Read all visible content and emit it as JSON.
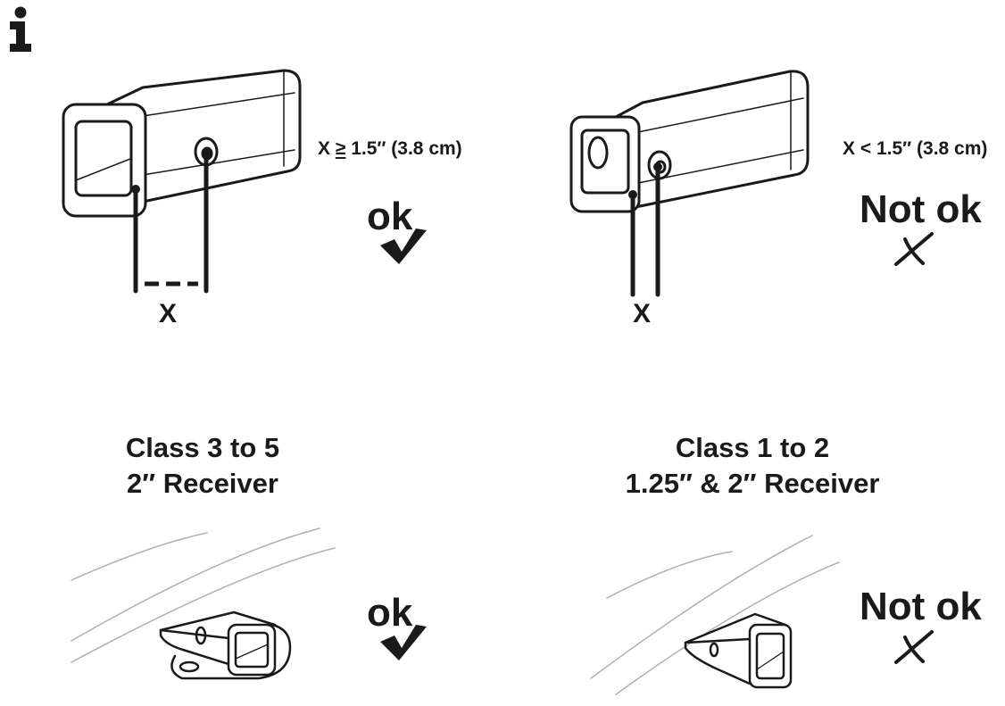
{
  "info_icon": "info-icon",
  "top_left": {
    "measure_prefix": "X ",
    "measure_symbol": "≥",
    "measure_suffix": " 1.5″ (3.8 cm)",
    "x_label": "X",
    "verdict": "ok",
    "verdict_icon": "checkmark-icon"
  },
  "top_right": {
    "measure": "X < 1.5″ (3.8 cm)",
    "x_label": "X",
    "verdict": "Not ok",
    "verdict_icon": "cross-icon"
  },
  "bottom_left": {
    "heading_line1": "Class 3 to 5",
    "heading_line2": "2″ Receiver",
    "verdict": "ok",
    "verdict_icon": "checkmark-icon"
  },
  "bottom_right": {
    "heading_line1": "Class 1 to 2",
    "heading_line2": "1.25″ & 2″ Receiver",
    "verdict": "Not ok",
    "verdict_icon": "cross-icon"
  },
  "colors": {
    "ink": "#1a1a1a",
    "light_line": "#b0b0b0",
    "background": "#ffffff"
  }
}
